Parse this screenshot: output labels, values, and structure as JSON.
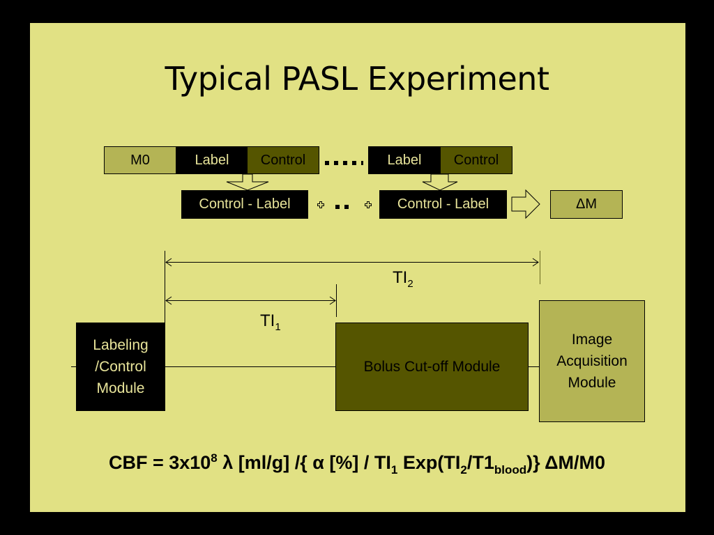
{
  "slide": {
    "title": "Typical PASL Experiment",
    "colors": {
      "background": "#e1e184",
      "frame": "#000000",
      "light_olive": "#b4b455",
      "dark_olive": "#555500",
      "black_box": "#000000",
      "black_box_text": "#e8e49a"
    }
  },
  "sequence": {
    "row1_left": [
      "M0",
      "Label",
      "Control"
    ],
    "row1_right": [
      "Label",
      "Control"
    ],
    "difference_left": "Control - Label",
    "difference_right": "Control - Label",
    "result": "ΔM",
    "plus_icon": "plus-icon",
    "ellipsis_icon": "dots-icon"
  },
  "timing": {
    "ti1": {
      "main": "TI",
      "sub": "1"
    },
    "ti2": {
      "main": "TI",
      "sub": "2"
    }
  },
  "modules": {
    "labeling": [
      "Labeling",
      "/Control",
      "Module"
    ],
    "bolus": "Bolus Cut-off Module",
    "acquisition": [
      "Image",
      "Acquisition",
      "Module"
    ]
  },
  "formula": {
    "part1": "CBF = 3x10",
    "sup1": "8",
    "part2": " λ [ml/g] /{ α [%] / TI",
    "sub1": "1",
    "part3": " Exp(TI",
    "sub2": "2",
    "part4": "/T1",
    "sub3": "blood",
    "part5": ")} ΔM/M0"
  }
}
